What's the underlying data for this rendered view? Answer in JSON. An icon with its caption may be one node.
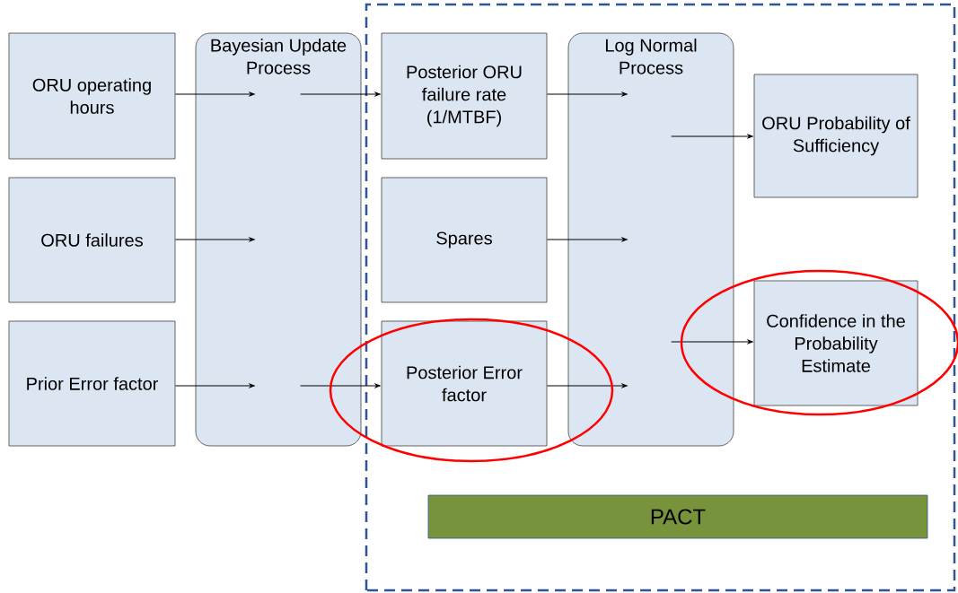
{
  "diagram": {
    "nodes": [
      {
        "text": [
          "ORU operating hours"
        ]
      },
      {
        "text": [
          "ORU failures"
        ]
      },
      {
        "text": [
          "Prior Error factor"
        ]
      },
      {
        "text": [
          "Bayesian Update Process"
        ]
      },
      {
        "text": [
          "Posterior ORU failure rate (1/MTBF)"
        ]
      },
      {
        "text": [
          "Spares"
        ]
      },
      {
        "text": [
          "Posterior Error factor"
        ]
      },
      {
        "text": [
          "Log Normal Process"
        ]
      },
      {
        "text": [
          "ORU Probability of Sufficiency"
        ]
      },
      {
        "text": [
          "Confidence in the Probability Estimate"
        ]
      },
      {
        "text": [
          "PACT"
        ]
      }
    ],
    "edges": [
      {
        "from": 0,
        "to": 3,
        "arrow": "to"
      },
      {
        "from": 3,
        "to": 4,
        "arrow": "to"
      },
      {
        "from": 1,
        "to": 3,
        "arrow": "to"
      },
      {
        "from": 2,
        "to": 3,
        "arrow": "to"
      },
      {
        "from": 3,
        "to": 6,
        "arrow": "to"
      },
      {
        "from": 4,
        "to": 7,
        "arrow": "to"
      },
      {
        "from": 5,
        "to": 7,
        "arrow": "to"
      },
      {
        "from": 6,
        "to": 7,
        "arrow": "to"
      },
      {
        "from": 7,
        "to": 8,
        "arrow": "to"
      },
      {
        "from": 7,
        "to": 9,
        "arrow": "to"
      }
    ]
  }
}
